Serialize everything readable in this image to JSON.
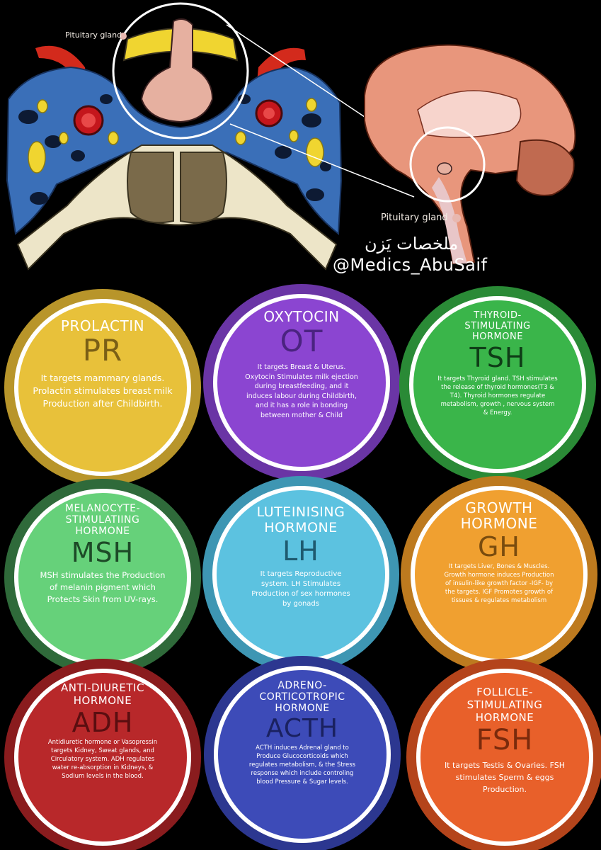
{
  "header": {
    "pituitary_label_left": "Pituitary gland",
    "pituitary_label_right": "Pituitary gland",
    "arabic_title": "ملخصات يَزن",
    "handle": "@Medics_AbuSaif"
  },
  "hormones": [
    {
      "name": "PROLACTIN",
      "abbr": "PR",
      "desc": "It targets mammary glands. Prolactin stimulates breast milk Production after Childbirth.",
      "fill": "#e8c13a",
      "ring": "#b8952a",
      "abbr_color": "#7a5f16"
    },
    {
      "name": "OXYTOCIN",
      "abbr": "OT",
      "desc": "It targets Breast & Uterus. Oxytocin Stimulates milk ejection during breastfeeding, and it induces labour during Childbirth, and it has a role in bonding between mother & Child",
      "fill": "#8b45d1",
      "ring": "#6a35a5",
      "abbr_color": "#4a2380"
    },
    {
      "name": "THYROID-\nSTIMULATING\nHORMONE",
      "abbr": "TSH",
      "desc": "It targets Thyroid gland. TSH stimulates the release of thyroid hormones(T3 & T4). Thyroid hormones regulate metabolism, growth , nervous system & Energy.",
      "fill": "#3ab54a",
      "ring": "#2a8a36",
      "abbr_color": "#0f3d17"
    },
    {
      "name": "MELANOCYTE-\nSTIMULATIING\nHORMONE",
      "abbr": "MSH",
      "desc": "MSH stimulates the Production of melanin pigment which Protects Skin from UV-rays.",
      "fill": "#66d17a",
      "ring": "#2f6a3a",
      "abbr_color": "#1d4a27"
    },
    {
      "name": "LUTEINISING\nHORMONE",
      "abbr": "LH",
      "desc": "It targets Reproductive system. LH Stimulates Production of sex hormones by gonads",
      "fill": "#5cc2e0",
      "ring": "#3e96b3",
      "abbr_color": "#1e5a6f"
    },
    {
      "name": "GROWTH\nHORMONE",
      "abbr": "GH",
      "desc": "It targets Liver, Bones & Muscles. Growth hormone induces Production of insulin-like growth factor -IGF- by the targets. IGF Promotes growth of tissues & regulates metabolism",
      "fill": "#f0a030",
      "ring": "#bd7a1f",
      "abbr_color": "#7a4c0e"
    },
    {
      "name": "ANTI-DIURETIC\nHORMONE",
      "abbr": "ADH",
      "desc": "Antidiuretic hormone or Vasopressin targets Kidney, Sweat glands, and Circulatory system. ADH regulates water re-absorption in Kidneys, & Sodium levels in the blood.",
      "fill": "#b8282a",
      "ring": "#8a1c1e",
      "abbr_color": "#5a0e10"
    },
    {
      "name": "ADRENO-\nCORTICOTROPIC\nHORMONE",
      "abbr": "ACTH",
      "desc": "ACTH induces Adrenal gland to Produce Glucocorticoids which regulates metabolism, & the Stress response which include controling blood Pressure & Sugar levels.",
      "fill": "#3d4bb8",
      "ring": "#2c3790",
      "abbr_color": "#1a2160"
    },
    {
      "name": "FOLLICLE-\nSTIMULATING\nHORMONE",
      "abbr": "FSH",
      "desc": "It targets Testis & Ovaries. FSH stimulates Sperm & eggs Production.",
      "fill": "#e8602a",
      "ring": "#b4441b",
      "abbr_color": "#7a2a0c"
    }
  ]
}
